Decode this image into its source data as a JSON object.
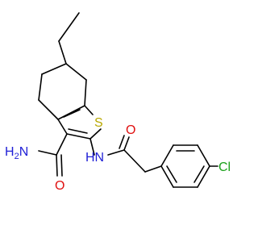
{
  "molecule": {
    "labels": {
      "sulfur": "S",
      "amide_n": "H",
      "amide_n2": "N",
      "amide_sub": "2",
      "carbonyl_o1": "O",
      "nh": "HN",
      "carbonyl_o2": "O",
      "chlorine": "Cl"
    },
    "colors": {
      "bond": "#000000",
      "sulfur": "#b8a800",
      "nitrogen": "#1f1fd6",
      "oxygen": "#e01010",
      "chlorine": "#1aa01a"
    }
  }
}
